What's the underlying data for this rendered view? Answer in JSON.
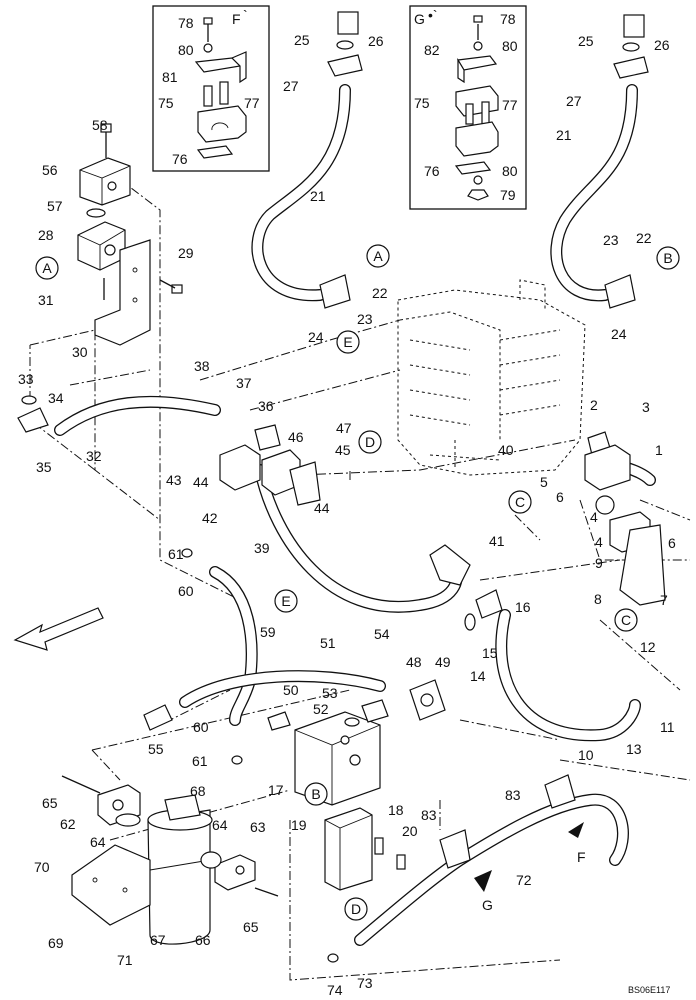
{
  "diagram": {
    "code": "BS06E117",
    "detail_f_title": "F",
    "detail_g_title": "G",
    "view_arrow_f": "F",
    "view_arrow_g": "G",
    "circle_letters": [
      "A",
      "A",
      "B",
      "B",
      "C",
      "C",
      "D",
      "D",
      "E",
      "E"
    ],
    "part_numbers": [
      "1",
      "2",
      "3",
      "4",
      "4",
      "5",
      "6",
      "6",
      "7",
      "8",
      "9",
      "10",
      "11",
      "12",
      "13",
      "14",
      "15",
      "16",
      "17",
      "18",
      "19",
      "20",
      "21",
      "21",
      "22",
      "22",
      "23",
      "23",
      "24",
      "24",
      "25",
      "25",
      "26",
      "26",
      "27",
      "27",
      "28",
      "29",
      "30",
      "31",
      "32",
      "33",
      "34",
      "35",
      "36",
      "37",
      "38",
      "39",
      "40",
      "41",
      "42",
      "43",
      "44",
      "44",
      "45",
      "46",
      "47",
      "48",
      "49",
      "50",
      "51",
      "52",
      "53",
      "54",
      "55",
      "56",
      "57",
      "58",
      "59",
      "60",
      "60",
      "61",
      "61",
      "62",
      "63",
      "64",
      "64",
      "65",
      "65",
      "66",
      "67",
      "68",
      "69",
      "70",
      "71",
      "72",
      "73",
      "74",
      "75",
      "75",
      "76",
      "76",
      "77",
      "77",
      "78",
      "78",
      "79",
      "80",
      "80",
      "80",
      "81",
      "82",
      "83",
      "83"
    ]
  }
}
